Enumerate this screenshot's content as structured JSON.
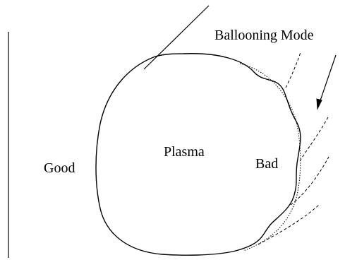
{
  "labels": {
    "ballooning_mode": "Ballooning Mode",
    "plasma": "Plasma",
    "good": "Good",
    "bad": "Bad"
  },
  "colors": {
    "stroke": "#000000",
    "background": "#ffffff"
  }
}
